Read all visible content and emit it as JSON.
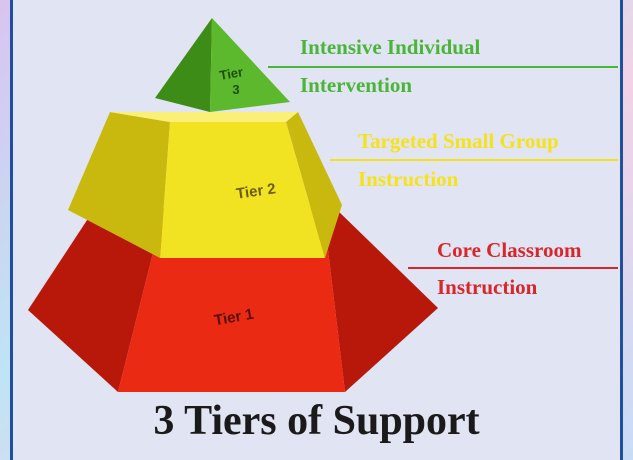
{
  "pyramid": {
    "tier3": {
      "face_label_line1": "Tier",
      "face_label_line2": "3",
      "color": "#5cb82c",
      "dark_color": "#3d8c17",
      "light_color": "#8fd95c"
    },
    "tier2": {
      "face_label": "Tier 2",
      "color": "#f2e322",
      "dark_color": "#c9b90f",
      "light_color": "#faf077"
    },
    "tier1": {
      "face_label": "Tier 1",
      "color": "#ea2a12",
      "dark_color": "#b8180a",
      "light_color": "#f2603e"
    }
  },
  "labels": {
    "tier3": {
      "line1": "Intensive Individual",
      "line2": "Intervention",
      "color": "#4bb53a"
    },
    "tier2": {
      "line1": "Targeted Small Group",
      "line2": "Instruction",
      "color": "#f5e21c"
    },
    "tier1": {
      "line1": "Core Classroom",
      "line2": "Instruction",
      "color": "#d8262b"
    }
  },
  "title": "3 Tiers of Support"
}
